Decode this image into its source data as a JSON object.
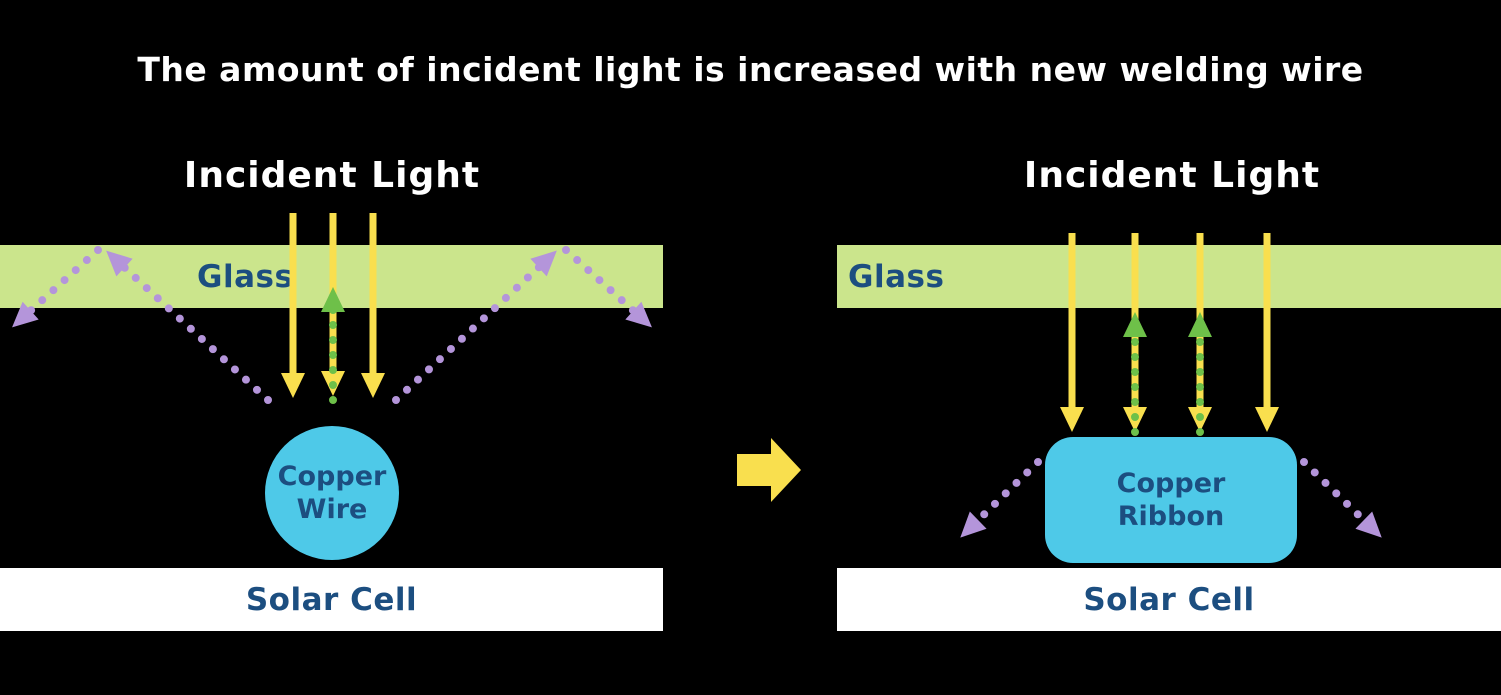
{
  "title": "The amount of incident light is increased with new welding wire",
  "colors": {
    "background": "#000000",
    "title_text": "#ffffff",
    "glass_band": "#cbe58c",
    "diagram_label_text": "#1c4e80",
    "incident_light_text": "#ffffff",
    "incident_ray": "#f9df4e",
    "absorbed_ray": "#6ec049",
    "reflected_ray": "#b495da",
    "copper_fill": "#4ec9e8",
    "solar_cell_fill": "#ffffff",
    "transition_arrow": "#f9df4e"
  },
  "left_panel": {
    "incident_light_label": "Incident Light",
    "glass_label": "Glass",
    "copper_label_line1": "Copper",
    "copper_label_line2": "Wire",
    "solar_cell_label": "Solar Cell"
  },
  "right_panel": {
    "incident_light_label": "Incident Light",
    "glass_label": "Glass",
    "copper_label_line1": "Copper",
    "copper_label_line2": "Ribbon",
    "solar_cell_label": "Solar Cell"
  }
}
